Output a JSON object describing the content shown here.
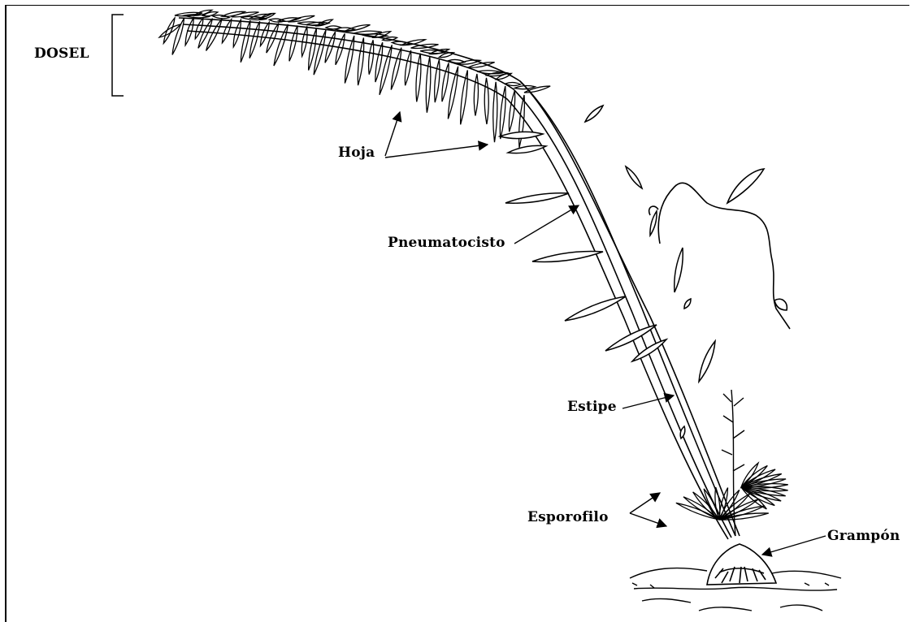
{
  "labels": {
    "canopy": "DOSEL",
    "blade": "Hoja",
    "pneumatocyst": "Pneumatocisto",
    "stipe": "Estipe",
    "sporophyll": "Esporofilo",
    "holdfast": "Grampón"
  },
  "colors": {
    "ink": "#000000",
    "background": "#ffffff"
  }
}
